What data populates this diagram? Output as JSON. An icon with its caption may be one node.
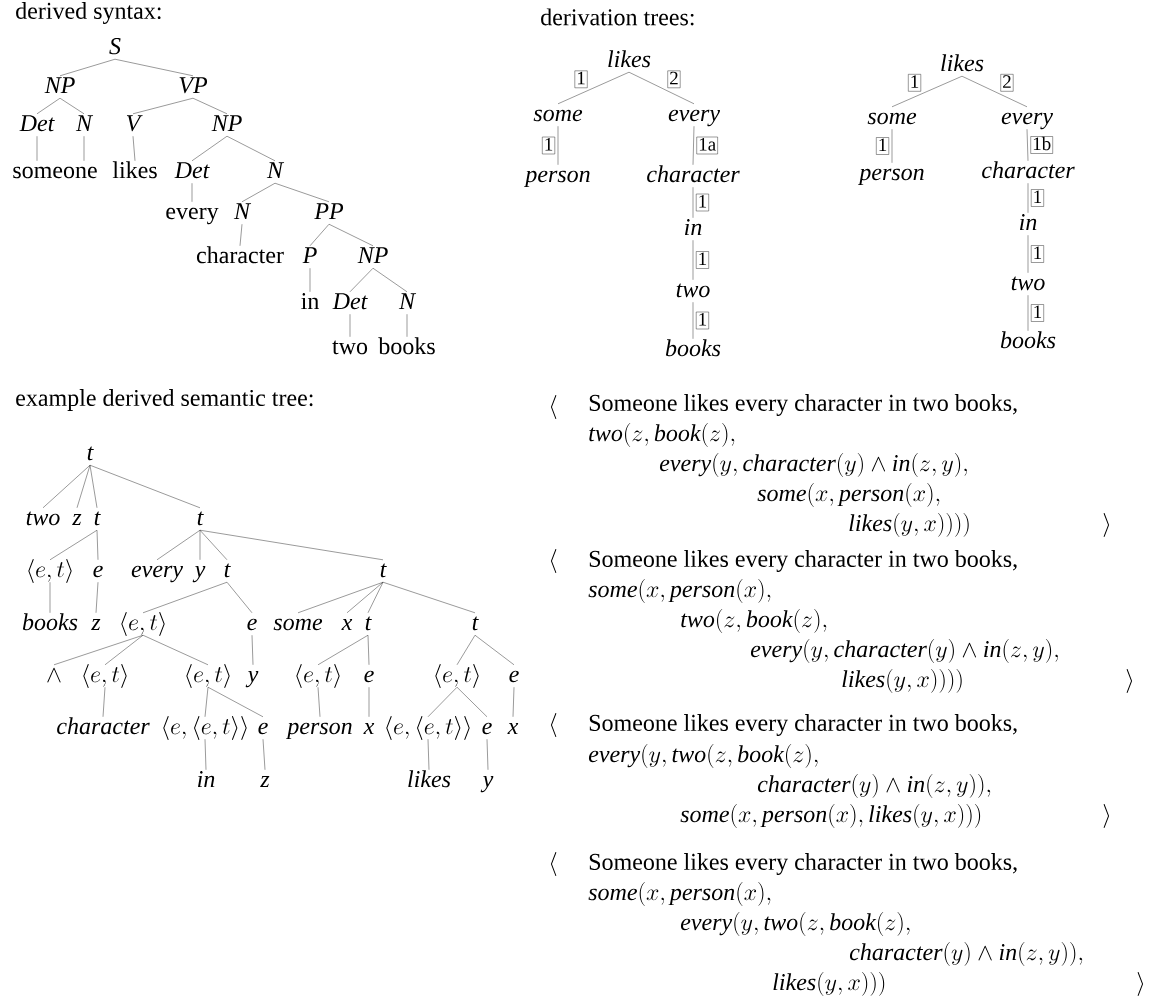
{
  "diagram": {
    "nodes": [
      {
        "text": [
          "S"
        ]
      },
      {
        "text": [
          "NP"
        ]
      },
      {
        "text": [
          "VP"
        ]
      },
      {
        "text": [
          "Det"
        ]
      },
      {
        "text": [
          "N"
        ]
      },
      {
        "text": [
          "V"
        ]
      },
      {
        "text": [
          "NP"
        ]
      },
      {
        "text": [
          "someone"
        ]
      },
      {
        "text": [
          "likes"
        ]
      },
      {
        "text": [
          "Det"
        ]
      },
      {
        "text": [
          "N"
        ]
      },
      {
        "text": [
          "every"
        ]
      },
      {
        "text": [
          "N"
        ]
      },
      {
        "text": [
          "PP"
        ]
      },
      {
        "text": [
          "character"
        ]
      },
      {
        "text": [
          "P"
        ]
      },
      {
        "text": [
          "NP"
        ]
      },
      {
        "text": [
          "in"
        ]
      },
      {
        "text": [
          "Det"
        ]
      },
      {
        "text": [
          "N"
        ]
      },
      {
        "text": [
          "two"
        ]
      },
      {
        "text": [
          "books"
        ]
      },
      {
        "text": [
          "likes"
        ]
      },
      {
        "text": [
          "some"
        ]
      },
      {
        "text": [
          "every"
        ]
      },
      {
        "text": [
          "person"
        ]
      },
      {
        "text": [
          "character"
        ]
      },
      {
        "text": [
          "in"
        ]
      },
      {
        "text": [
          "two"
        ]
      },
      {
        "text": [
          "books"
        ]
      },
      {
        "text": [
          "likes"
        ]
      },
      {
        "text": [
          "some"
        ]
      },
      {
        "text": [
          "every"
        ]
      },
      {
        "text": [
          "person"
        ]
      },
      {
        "text": [
          "character"
        ]
      },
      {
        "text": [
          "in"
        ]
      },
      {
        "text": [
          "two"
        ]
      },
      {
        "text": [
          "books"
        ]
      },
      {
        "text": [
          "t"
        ]
      },
      {
        "text": [
          "two"
        ]
      },
      {
        "text": [
          "z"
        ]
      },
      {
        "text": [
          "t"
        ]
      },
      {
        "text": [
          "t"
        ]
      },
      {
        "text": [
          "\\langle e,t\\rangle"
        ]
      },
      {
        "text": [
          "e"
        ]
      },
      {
        "text": [
          "every"
        ]
      },
      {
        "text": [
          "y"
        ]
      },
      {
        "text": [
          "t"
        ]
      },
      {
        "text": [
          "t"
        ]
      },
      {
        "text": [
          "books"
        ]
      },
      {
        "text": [
          "z"
        ]
      },
      {
        "text": [
          "\\langle e,t\\rangle"
        ]
      },
      {
        "text": [
          "e"
        ]
      },
      {
        "text": [
          "some"
        ]
      },
      {
        "text": [
          "x"
        ]
      },
      {
        "text": [
          "t"
        ]
      },
      {
        "text": [
          "t"
        ]
      },
      {
        "text": [
          "\\wedge"
        ]
      },
      {
        "text": [
          "\\langle e,t\\rangle"
        ]
      },
      {
        "text": [
          "\\langle e,t\\rangle"
        ]
      },
      {
        "text": [
          "y"
        ]
      },
      {
        "text": [
          "\\langle e,t\\rangle"
        ]
      },
      {
        "text": [
          "e"
        ]
      },
      {
        "text": [
          "\\langle e,t\\rangle"
        ]
      },
      {
        "text": [
          "e"
        ]
      },
      {
        "text": [
          "character"
        ]
      },
      {
        "text": [
          "\\langle e,\\langle e,t\\rangle\\rangle"
        ]
      },
      {
        "text": [
          "e"
        ]
      },
      {
        "text": [
          "person"
        ]
      },
      {
        "text": [
          "x"
        ]
      },
      {
        "text": [
          "\\langle e,\\langle e,t\\rangle\\rangle"
        ]
      },
      {
        "text": [
          "e"
        ]
      },
      {
        "text": [
          "x"
        ]
      },
      {
        "text": [
          "in"
        ]
      },
      {
        "text": [
          "z"
        ]
      },
      {
        "text": [
          "likes"
        ]
      },
      {
        "text": [
          "y"
        ]
      }
    ],
    "edges": [
      {
        "from": 0,
        "to": 1,
        "arrow": "none"
      },
      {
        "from": 0,
        "to": 2,
        "arrow": "none"
      },
      {
        "from": 1,
        "to": 3,
        "arrow": "none"
      },
      {
        "from": 1,
        "to": 4,
        "arrow": "none"
      },
      {
        "from": 2,
        "to": 5,
        "arrow": "none"
      },
      {
        "from": 2,
        "to": 6,
        "arrow": "none"
      },
      {
        "from": 3,
        "to": 7,
        "arrow": "none"
      },
      {
        "from": 4,
        "to": 7,
        "arrow": "none"
      },
      {
        "from": 5,
        "to": 8,
        "arrow": "none"
      },
      {
        "from": 6,
        "to": 9,
        "arrow": "none"
      },
      {
        "from": 6,
        "to": 10,
        "arrow": "none"
      },
      {
        "from": 9,
        "to": 11,
        "arrow": "none"
      },
      {
        "from": 10,
        "to": 12,
        "arrow": "none"
      },
      {
        "from": 10,
        "to": 13,
        "arrow": "none"
      },
      {
        "from": 12,
        "to": 14,
        "arrow": "none"
      },
      {
        "from": 13,
        "to": 15,
        "arrow": "none"
      },
      {
        "from": 13,
        "to": 16,
        "arrow": "none"
      },
      {
        "from": 15,
        "to": 17,
        "arrow": "none"
      },
      {
        "from": 16,
        "to": 18,
        "arrow": "none"
      },
      {
        "from": 16,
        "to": 19,
        "arrow": "none"
      },
      {
        "from": 18,
        "to": 20,
        "arrow": "none"
      },
      {
        "from": 19,
        "to": 21,
        "arrow": "none"
      },
      {
        "from": 22,
        "to": 23,
        "arrow": "none",
        "label": "1"
      },
      {
        "from": 22,
        "to": 24,
        "arrow": "none",
        "label": "2"
      },
      {
        "from": 23,
        "to": 25,
        "arrow": "none",
        "label": "1"
      },
      {
        "from": 24,
        "to": 26,
        "arrow": "none",
        "label": "1a"
      },
      {
        "from": 26,
        "to": 27,
        "arrow": "none",
        "label": "1"
      },
      {
        "from": 27,
        "to": 28,
        "arrow": "none",
        "label": "1"
      },
      {
        "from": 28,
        "to": 29,
        "arrow": "none",
        "label": "1"
      },
      {
        "from": 30,
        "to": 31,
        "arrow": "none",
        "label": "1"
      },
      {
        "from": 30,
        "to": 32,
        "arrow": "none",
        "label": "2"
      },
      {
        "from": 31,
        "to": 33,
        "arrow": "none",
        "label": "1"
      },
      {
        "from": 32,
        "to": 34,
        "arrow": "none",
        "label": "1b"
      },
      {
        "from": 34,
        "to": 35,
        "arrow": "none",
        "label": "1"
      },
      {
        "from": 35,
        "to": 36,
        "arrow": "none",
        "label": "1"
      },
      {
        "from": 36,
        "to": 37,
        "arrow": "none",
        "label": "1"
      },
      {
        "from": 38,
        "to": 39,
        "arrow": "none"
      },
      {
        "from": 38,
        "to": 40,
        "arrow": "none"
      },
      {
        "from": 38,
        "to": 41,
        "arrow": "none"
      },
      {
        "from": 38,
        "to": 42,
        "arrow": "none"
      },
      {
        "from": 41,
        "to": 43,
        "arrow": "none"
      },
      {
        "from": 41,
        "to": 44,
        "arrow": "none"
      },
      {
        "from": 42,
        "to": 45,
        "arrow": "none"
      },
      {
        "from": 42,
        "to": 46,
        "arrow": "none"
      },
      {
        "from": 42,
        "to": 47,
        "arrow": "none"
      },
      {
        "from": 42,
        "to": 48,
        "arrow": "none"
      },
      {
        "from": 43,
        "to": 49,
        "arrow": "none"
      },
      {
        "from": 44,
        "to": 50,
        "arrow": "none"
      },
      {
        "from": 47,
        "to": 51,
        "arrow": "none"
      },
      {
        "from": 47,
        "to": 52,
        "arrow": "none"
      },
      {
        "from": 48,
        "to": 53,
        "arrow": "none"
      },
      {
        "from": 48,
        "to": 54,
        "arrow": "none"
      },
      {
        "from": 48,
        "to": 55,
        "arrow": "none"
      },
      {
        "from": 48,
        "to": 56,
        "arrow": "none"
      },
      {
        "from": 51,
        "to": 57,
        "arrow": "none"
      },
      {
        "from": 51,
        "to": 58,
        "arrow": "none"
      },
      {
        "from": 51,
        "to": 59,
        "arrow": "none"
      },
      {
        "from": 52,
        "to": 60,
        "arrow": "none"
      },
      {
        "from": 55,
        "to": 61,
        "arrow": "none"
      },
      {
        "from": 55,
        "to": 62,
        "arrow": "none"
      },
      {
        "from": 56,
        "to": 63,
        "arrow": "none"
      },
      {
        "from": 56,
        "to": 64,
        "arrow": "none"
      },
      {
        "from": 58,
        "to": 65,
        "arrow": "none"
      },
      {
        "from": 59,
        "to": 66,
        "arrow": "none"
      },
      {
        "from": 59,
        "to": 67,
        "arrow": "none"
      },
      {
        "from": 61,
        "to": 68,
        "arrow": "none"
      },
      {
        "from": 62,
        "to": 69,
        "arrow": "none"
      },
      {
        "from": 63,
        "to": 70,
        "arrow": "none"
      },
      {
        "from": 63,
        "to": 71,
        "arrow": "none"
      },
      {
        "from": 64,
        "to": 72,
        "arrow": "none"
      },
      {
        "from": 66,
        "to": 73,
        "arrow": "none"
      },
      {
        "from": 67,
        "to": 74,
        "arrow": "none"
      },
      {
        "from": 70,
        "to": 75,
        "arrow": "none"
      },
      {
        "from": 71,
        "to": 76,
        "arrow": "none"
      }
    ],
    "labels": [
      "derived syntax:",
      "derivation trees:",
      "example derived semantic tree:",
      "\\langle",
      "Someone likes every character in two books,",
      "\\mathit{two}(z, \\mathit{book}(z),",
      "\\mathit{every}(y, \\mathit{character}(y) \\wedge \\mathit{in}(z, y),",
      "\\mathit{some}(x, \\mathit{person}(x),",
      "\\mathit{likes}(y, x))))",
      "\\rangle",
      "\\langle",
      "Someone likes every character in two books,",
      "\\mathit{some}(x, \\mathit{person}(x),",
      "\\mathit{two}(z, \\mathit{book}(z),",
      "\\mathit{every}(y, \\mathit{character}(y) \\wedge \\mathit{in}(z, y),",
      "\\mathit{likes}(y, x))))",
      "\\rangle",
      "\\langle",
      "Someone likes every character in two books,",
      "\\mathit{every}(y, \\mathit{two}(z, \\mathit{book}(z),",
      "\\mathit{character}(y) \\wedge \\mathit{in}(z, y)),",
      "\\mathit{some}(x, \\mathit{person}(x), \\mathit{likes}(y, x)))",
      "\\rangle",
      "\\langle",
      "Someone likes every character in two books,",
      "\\mathit{some}(x, \\mathit{person}(x),",
      "\\mathit{every}(y, \\mathit{two}(z, \\mathit{book}(z),",
      "\\mathit{character}(y) \\wedge \\mathit{in}(z, y)),",
      "\\mathit{likes}(y, x)))",
      "\\rangle"
    ]
  }
}
